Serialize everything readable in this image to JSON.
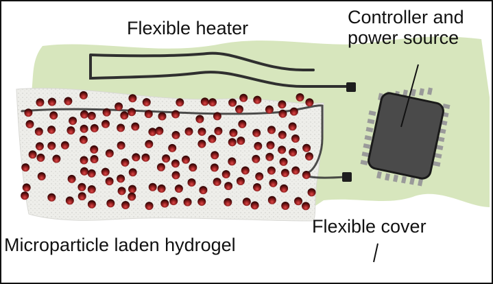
{
  "labels": {
    "heater": "Flexible heater",
    "controller_line1": "Controller and",
    "controller_line2": "power source",
    "cover": "Flexible cover",
    "hydrogel": "Microparticle laden hydrogel"
  },
  "colors": {
    "cover_green": "#d7e6bd",
    "hydrogel_bg": "#ececec",
    "heater_trace": "#2f2f2f",
    "chip_body": "#4a4a4a",
    "chip_pins": "#9a9a9a",
    "particle": "#7a1a1a",
    "particle_highlight": "#d04040"
  }
}
